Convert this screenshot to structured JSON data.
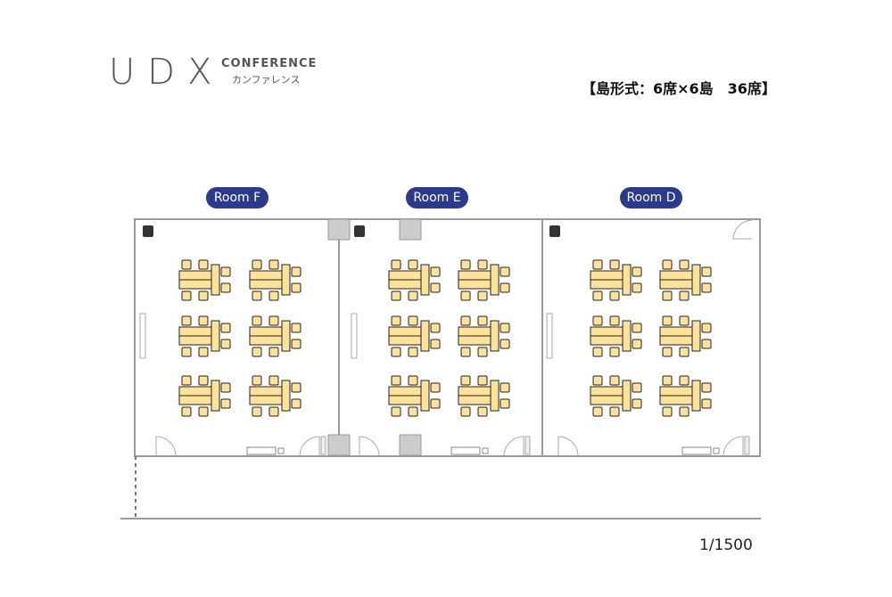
{
  "header": {
    "logo": "UDX",
    "conference_en": "CONFERENCE",
    "conference_jp": "カンファレンス",
    "layout_label": "【島形式：6席×6島　36席】"
  },
  "rooms": [
    {
      "label": "Room F"
    },
    {
      "label": "Room E"
    },
    {
      "label": "Room D"
    }
  ],
  "scale": "1/1500",
  "colors": {
    "table": "#fde39a",
    "pill": "#2b3a8c",
    "wall": "#999999"
  }
}
